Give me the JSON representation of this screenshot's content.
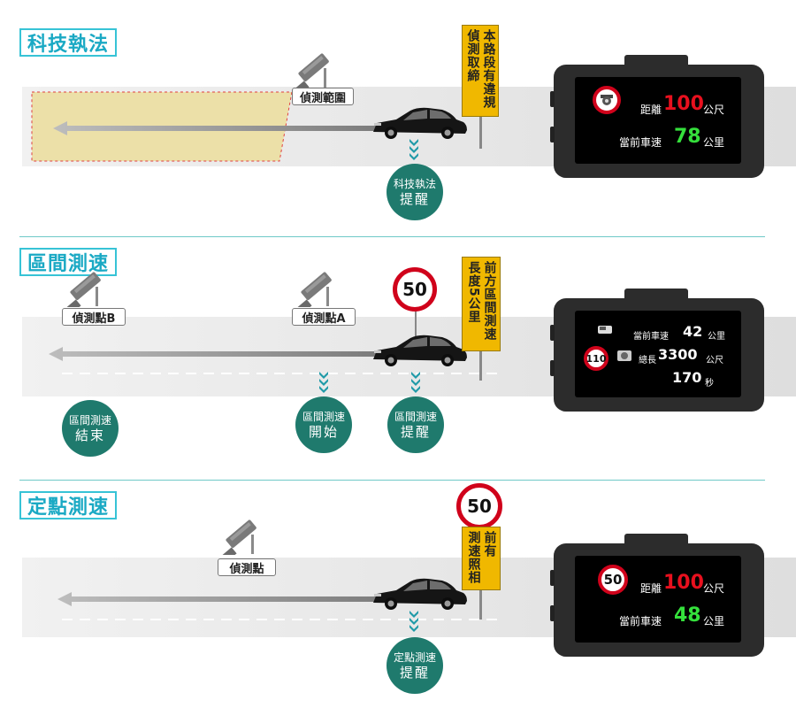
{
  "sections": [
    {
      "title": "科技執法",
      "camera_label": "偵測範圍",
      "circle": {
        "line1": "科技執法",
        "line2": "提醒"
      },
      "sign": {
        "cols": [
          "本路段有違規",
          "偵測取締"
        ]
      },
      "device": {
        "distance_label": "距離",
        "distance_value": "100",
        "distance_unit": "公尺",
        "speed_label": "當前車速",
        "speed_value": "78",
        "speed_unit": "公里"
      }
    },
    {
      "title": "區間測速",
      "camera_b_label": "偵測點B",
      "camera_a_label": "偵測點A",
      "speed_limit": "50",
      "circles": [
        {
          "line1": "區間測速",
          "line2": "結束"
        },
        {
          "line1": "區間測速",
          "line2": "開始"
        },
        {
          "line1": "區間測速",
          "line2": "提醒"
        }
      ],
      "sign": {
        "cols": [
          "前方區間測速",
          "長度5公里"
        ]
      },
      "device": {
        "speed_label": "當前車速",
        "speed_value": "42",
        "speed_unit": "公里",
        "limit_value": "110",
        "length_label": "總長",
        "length_value": "3300",
        "length_unit": "公尺",
        "time_value": "170",
        "time_unit": "秒"
      }
    },
    {
      "title": "定點測速",
      "camera_label": "偵測點",
      "speed_limit": "50",
      "circle": {
        "line1": "定點測速",
        "line2": "提醒"
      },
      "sign": {
        "cols": [
          "前有",
          "測速照相"
        ]
      },
      "device": {
        "limit_value": "50",
        "distance_label": "距離",
        "distance_value": "100",
        "distance_unit": "公尺",
        "speed_label": "當前車速",
        "speed_value": "48",
        "speed_unit": "公里"
      }
    }
  ],
  "colors": {
    "accent_teal": "#1f7a6d",
    "title_blue": "#1aa9c4",
    "alert_red": "#e8101e",
    "speed_green": "#35e03c",
    "sign_yellow": "#f0b800"
  }
}
